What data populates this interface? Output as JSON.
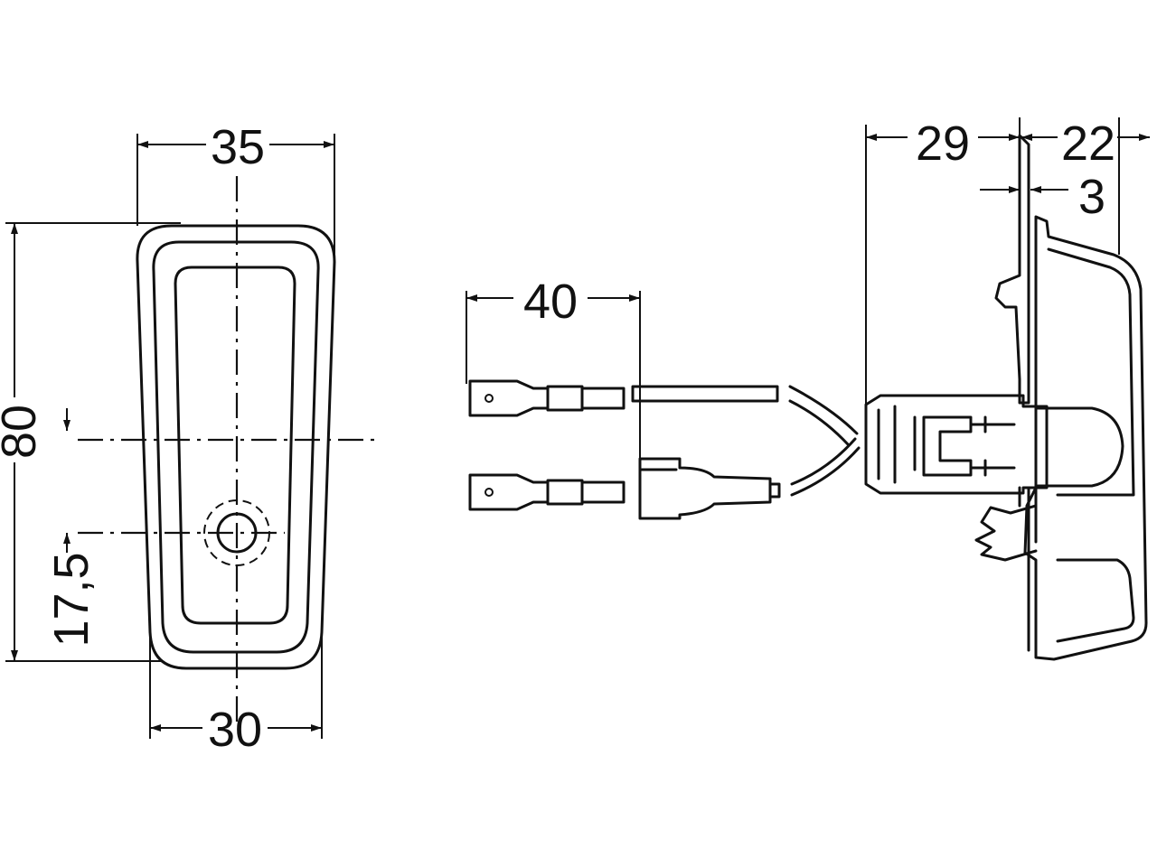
{
  "front_view": {
    "width_outer": "35",
    "width_inner": "30",
    "height": "80",
    "hole_offset": "17,5"
  },
  "side_view": {
    "depth_connector": "29",
    "depth_lens": "22",
    "flange_thickness": "3",
    "cable_length": "40"
  },
  "colors": {
    "line": "#111111",
    "background": "#ffffff"
  }
}
